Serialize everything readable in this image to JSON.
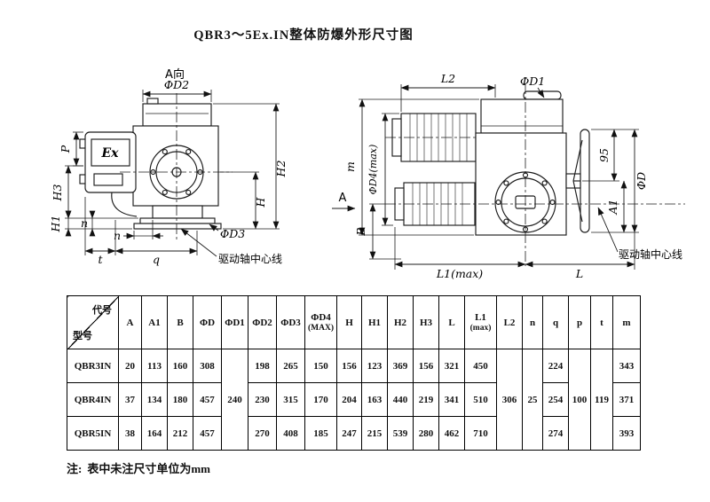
{
  "page": {
    "title": "QBR3～5Ex.IN整体防爆外形尺寸图"
  },
  "note": {
    "label": "注:",
    "text": "表中未注尺寸单位为mm"
  },
  "left_view": {
    "view_label": "A向",
    "ex_mark": "Ex",
    "labels": {
      "d2": "ΦD2",
      "p": "P",
      "h3": "H3",
      "h1": "H1",
      "n_side": "n",
      "n_bottom": "n",
      "t": "t",
      "q": "q",
      "h2": "H2",
      "h": "H",
      "d3": "ΦD3",
      "centerline": "驱动轴中心线"
    }
  },
  "right_view": {
    "labels": {
      "l2": "L2",
      "d1": "ΦD1",
      "d4": "ΦD4(max)",
      "m": "m",
      "view_a": "A",
      "b": "B",
      "dim95": "95",
      "d": "ΦD",
      "a1": "A1",
      "l1": "L1(max)",
      "l": "L",
      "centerline": "驱动轴中心线"
    }
  },
  "table": {
    "corner": {
      "top": "代号",
      "bottom": "型号"
    },
    "headers": [
      {
        "l1": "A"
      },
      {
        "l1": "A1"
      },
      {
        "l1": "B"
      },
      {
        "l1": "ΦD"
      },
      {
        "l1": "ΦD1"
      },
      {
        "l1": "ΦD2"
      },
      {
        "l1": "ΦD3"
      },
      {
        "l1": "ΦD4",
        "l2": "(MAX)"
      },
      {
        "l1": "H"
      },
      {
        "l1": "H1"
      },
      {
        "l1": "H2"
      },
      {
        "l1": "H3"
      },
      {
        "l1": "L"
      },
      {
        "l1": "L1",
        "l2": "(max)"
      },
      {
        "l1": "L2"
      },
      {
        "l1": "n"
      },
      {
        "l1": "q"
      },
      {
        "l1": "p"
      },
      {
        "l1": "t"
      },
      {
        "l1": "m"
      }
    ],
    "merged": {
      "d1": "240",
      "l2": "306",
      "n": "25",
      "p": "100",
      "t": "119"
    },
    "rows": [
      {
        "model": "QBR3IN",
        "a": "20",
        "a1": "113",
        "b": "160",
        "d": "308",
        "d2": "198",
        "d3": "265",
        "d4": "150",
        "h": "156",
        "h1": "123",
        "h2": "369",
        "h3": "156",
        "l": "321",
        "l1": "450",
        "q": "224",
        "m": "343"
      },
      {
        "model": "QBR4IN",
        "a": "37",
        "a1": "134",
        "b": "180",
        "d": "457",
        "d2": "230",
        "d3": "315",
        "d4": "170",
        "h": "204",
        "h1": "163",
        "h2": "440",
        "h3": "219",
        "l": "341",
        "l1": "510",
        "q": "254",
        "m": "371"
      },
      {
        "model": "QBR5IN",
        "a": "38",
        "a1": "164",
        "b": "212",
        "d": "457",
        "d2": "270",
        "d3": "408",
        "d4": "185",
        "h": "247",
        "h1": "215",
        "h2": "539",
        "h3": "280",
        "l": "462",
        "l1": "710",
        "q": "274",
        "m": "393"
      }
    ]
  }
}
